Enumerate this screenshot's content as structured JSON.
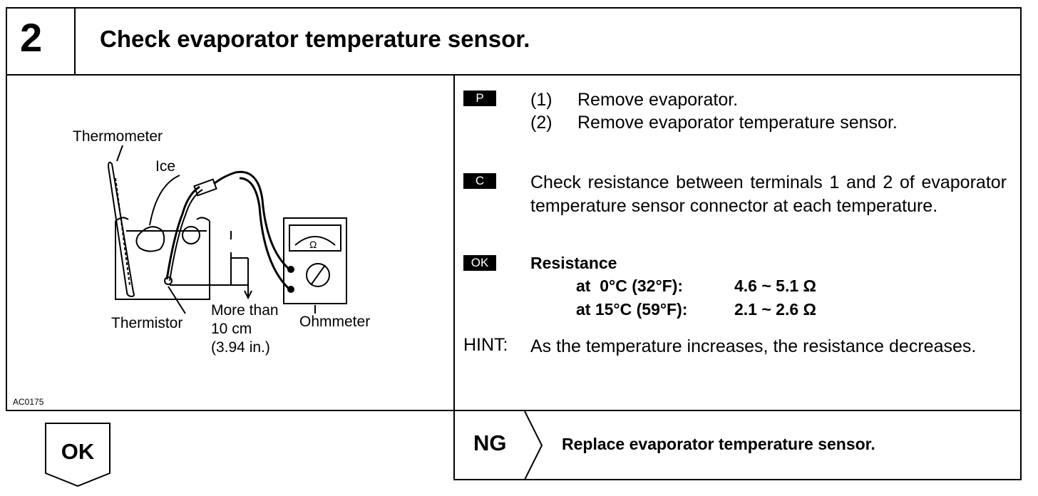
{
  "header": {
    "step_number": "2",
    "title": "Check evaporator temperature sensor."
  },
  "figure": {
    "labels": {
      "thermometer": "Thermometer",
      "ice": "Ice",
      "thermistor": "Thermistor",
      "distance_line1": "More than",
      "distance_line2": "10 cm",
      "distance_line3": "(3.94 in.)",
      "ohmmeter": "Ohmmeter",
      "meter_symbol": "Ω"
    },
    "figure_id": "AC0175"
  },
  "procedure": {
    "prep": {
      "badge": "P",
      "steps": [
        {
          "num": "(1)",
          "text": "Remove evaporator."
        },
        {
          "num": "(2)",
          "text": "Remove evaporator temperature sensor."
        }
      ]
    },
    "check": {
      "badge": "C",
      "text": "Check resistance between terminals 1 and 2 of evaporator temperature sensor connector at each temperature."
    },
    "ok": {
      "badge": "OK",
      "heading": "Resistance",
      "rows": [
        {
          "condition": "at  0°C (32°F):",
          "value": "4.6 ~ 5.1 Ω"
        },
        {
          "condition": "at 15°C (59°F):",
          "value": "2.1 ~ 2.6 Ω"
        }
      ]
    },
    "hint": {
      "label": "HINT:",
      "text": "As the temperature increases, the resistance decreases."
    }
  },
  "results": {
    "ok_label": "OK",
    "ng_label": "NG",
    "ng_action": "Replace evaporator temperature sensor."
  }
}
